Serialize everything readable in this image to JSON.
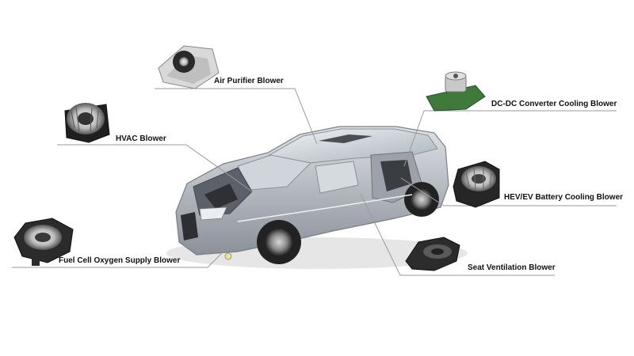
{
  "labels": {
    "air_purifier": "Air Purifier Blower",
    "hvac": "HVAC Blower",
    "dcdc": "DC-DC Converter Cooling Blower",
    "battery": "HEV/EV Battery Cooling Blower",
    "fuel_cell": "Fuel Cell Oxygen Supply Blower",
    "seat": "Seat Ventilation Blower"
  },
  "colors": {
    "leader_line": "#9a9a9a",
    "car_body": "#b9bdc3",
    "car_dark": "#6d7178",
    "part_dark": "#2a2a2a",
    "part_metal": "#c9c9c9",
    "pcb_green": "#3f7a3a"
  }
}
